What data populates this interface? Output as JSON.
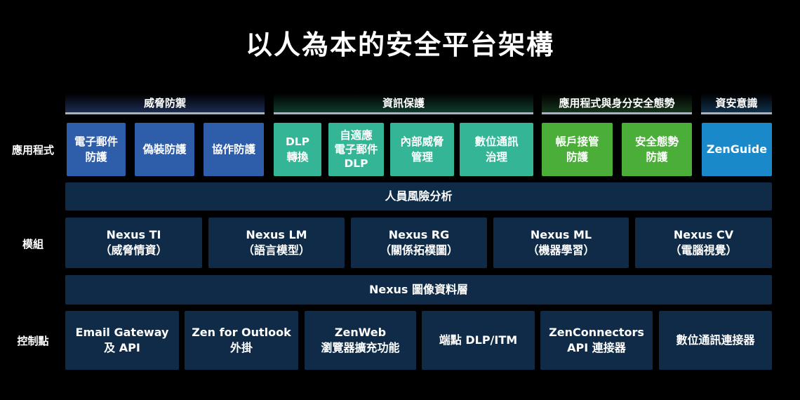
{
  "title": "以人為本的安全平台架構",
  "row_labels": {
    "apps": "應用程式",
    "models": "模組",
    "controls": "控制點"
  },
  "colors": {
    "threat": "#2e5da9",
    "info": "#34b596",
    "identity": "#4aae38",
    "awareness": "#1a89c9",
    "navy": "#0f2b47"
  },
  "categories": [
    "威脅防禦",
    "資訊保護",
    "應用程式與身分安全態勢",
    "資安意識"
  ],
  "apps": [
    "電子郵件\n防護",
    "偽裝防護",
    "協作防護",
    "DLP\n轉換",
    "自適應\n電子郵件\nDLP",
    "內部威脅\n管理",
    "數位通訊\n治理",
    "帳戶接管\n防護",
    "安全態勢\n防護",
    "ZenGuide"
  ],
  "risk_layer": "人員風險分析",
  "models": [
    "Nexus TI\n（威脅情資）",
    "Nexus LM\n（語言模型）",
    "Nexus RG\n（關係拓樸圖）",
    "Nexus ML\n（機器學習）",
    "Nexus CV\n（電腦視覺）"
  ],
  "data_layer": "Nexus 圖像資料層",
  "controls": [
    "Email Gateway\n及 API",
    "Zen for Outlook\n外掛",
    "ZenWeb\n瀏覽器擴充功能",
    "端點 DLP/ITM",
    "ZenConnectors\nAPI 連接器",
    "數位通訊連接器"
  ]
}
